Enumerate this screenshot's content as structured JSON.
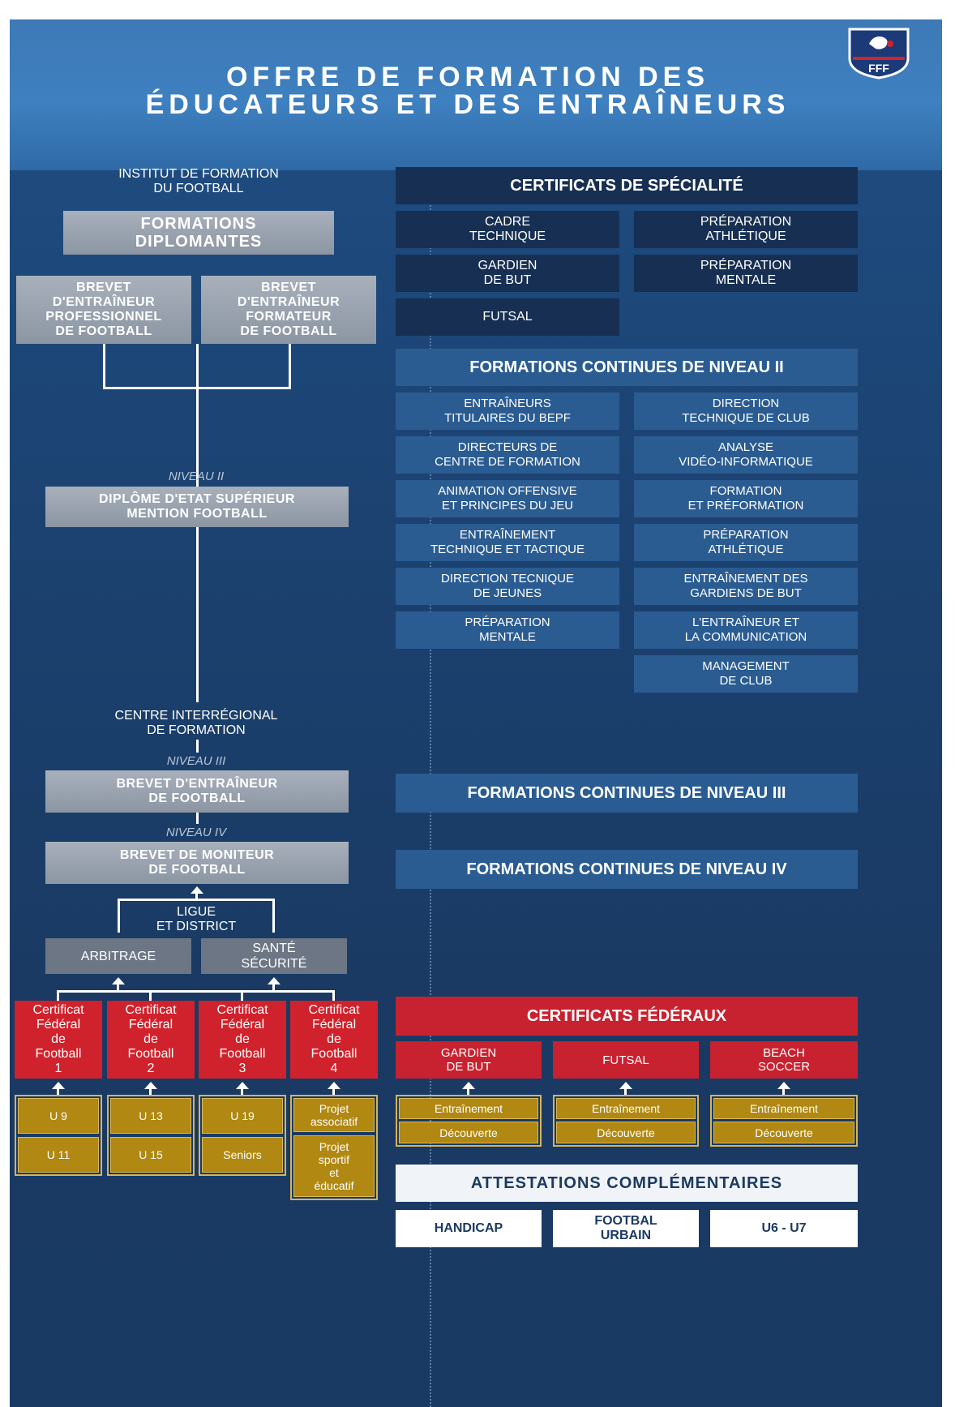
{
  "header": {
    "title_line1": "OFFRE DE FORMATION DES",
    "title_line2": "ÉDUCATEURS ET DES ENTRAÎNEURS",
    "logo_text": "FFF"
  },
  "left": {
    "institut": "INSTITUT DE FORMATION\nDU FOOTBALL",
    "formations_diplomantes": "FORMATIONS\nDIPLOMANTES",
    "bepf": "BREVET\nD'ENTRAÎNEUR\nPROFESSIONNEL\nDE FOOTBALL",
    "beff": "BREVET\nD'ENTRAÎNEUR\nFORMATEUR\nDE FOOTBALL",
    "niveau_2": "NIVEAU II",
    "desf": "DIPLÔME D'ETAT SUPÉRIEUR\nMENTION FOOTBALL",
    "centre": "CENTRE INTERRÉGIONAL\nDE FORMATION",
    "niveau_3": "NIVEAU III",
    "bef": "BREVET D'ENTRAÎNEUR\nDE FOOTBALL",
    "niveau_4": "NIVEAU IV",
    "bmf": "BREVET DE MONITEUR\nDE FOOTBALL",
    "ligue": "LIGUE\nET DISTRICT",
    "arbitrage": "ARBITRAGE",
    "sante": "SANTÉ\nSÉCURITÉ",
    "certificats": [
      "Certificat\nFédéral\nde\nFootball\n1",
      "Certificat\nFédéral\nde\nFootball\n2",
      "Certificat\nFédéral\nde\nFootball\n3",
      "Certificat\nFédéral\nde\nFootball\n4"
    ],
    "modules": [
      [
        "U 9",
        "U 11"
      ],
      [
        "U 13",
        "U 15"
      ],
      [
        "U 19",
        "Seniors"
      ],
      [
        "Projet\nassociatif",
        "Projet\nsportif\net\néducatif"
      ]
    ]
  },
  "right": {
    "specialite_title": "CERTIFICATS DE SPÉCIALITÉ",
    "specialite": [
      "CADRE\nTECHNIQUE",
      "PRÉPARATION\nATHLÉTIQUE",
      "GARDIEN\nDE BUT",
      "PRÉPARATION\nMENTALE",
      "FUTSAL"
    ],
    "niveau2_title": "FORMATIONS CONTINUES DE NIVEAU II",
    "niveau2": [
      "ENTRAÎNEURS\nTITULAIRES DU BEPF",
      "DIRECTION\nTECHNIQUE DE CLUB",
      "DIRECTEURS DE\nCENTRE DE FORMATION",
      "ANALYSE\nVIDÉO-INFORMATIQUE",
      "ANIMATION OFFENSIVE\nET PRINCIPES DU JEU",
      "FORMATION\nET PRÉFORMATION",
      "ENTRAÎNEMENT\nTECHNIQUE ET TACTIQUE",
      "PRÉPARATION\nATHLÉTIQUE",
      "DIRECTION TECNIQUE\nDE JEUNES",
      "ENTRAÎNEMENT DES\nGARDIENS DE BUT",
      "PRÉPARATION\nMENTALE",
      "L'ENTRAÎNEUR ET\nLA COMMUNICATION",
      "MANAGEMENT\nDE CLUB"
    ],
    "niveau3_title": "FORMATIONS CONTINUES DE NIVEAU III",
    "niveau4_title": "FORMATIONS CONTINUES DE NIVEAU IV",
    "federaux_title": "CERTIFICATS FÉDÉRAUX",
    "federaux": [
      "GARDIEN\nDE BUT",
      "FUTSAL",
      "BEACH\nSOCCER"
    ],
    "federaux_modules": [
      "Entraînement",
      "Découverte"
    ],
    "attestations_title": "ATTESTATIONS COMPLÉMENTAIRES",
    "attestations": [
      "HANDICAP",
      "FOOTBAL\nURBAIN",
      "U6 - U7"
    ]
  }
}
